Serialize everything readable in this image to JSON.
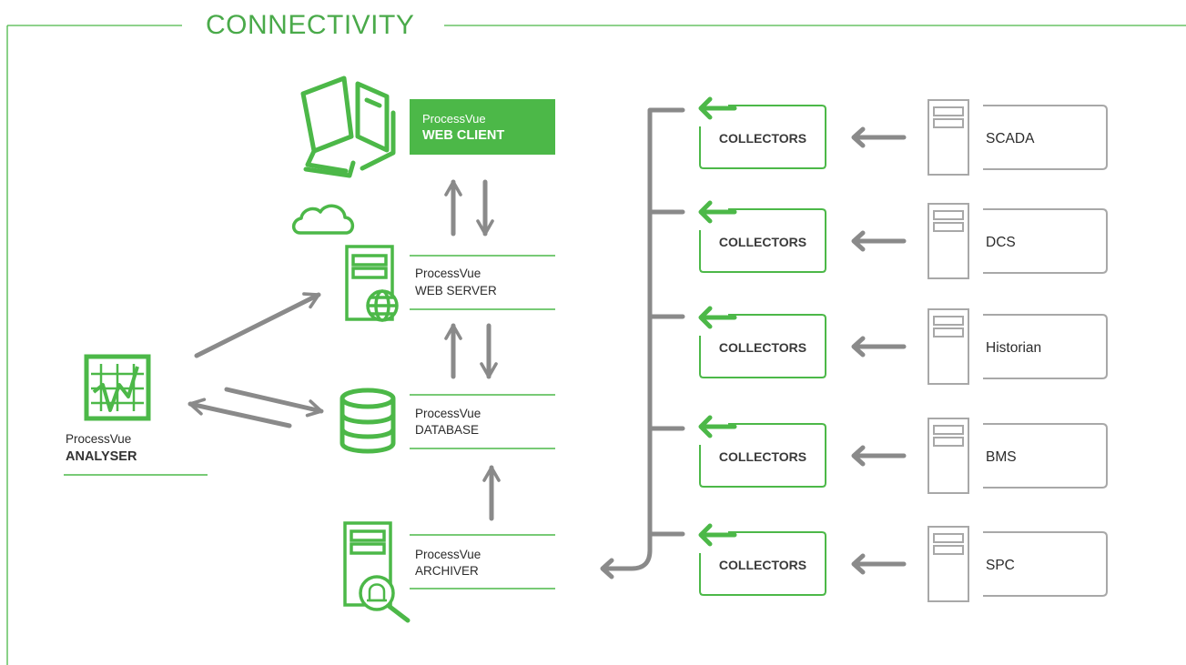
{
  "title": "CONNECTIVITY",
  "colors": {
    "green": "#4cb848",
    "gray": "#8a8a8a",
    "light_gray": "#a8a8a8"
  },
  "components": {
    "web_client": {
      "line1": "ProcessVue",
      "line2": "WEB CLIENT",
      "icon": "desktop-computer-icon"
    },
    "web_server": {
      "line1": "ProcessVue",
      "line2": "WEB SERVER",
      "icon": "server-globe-icon"
    },
    "database": {
      "line1": "ProcessVue",
      "line2": "DATABASE",
      "icon": "database-icon"
    },
    "archiver": {
      "line1": "ProcessVue",
      "line2": "ARCHIVER",
      "icon": "server-alarm-search-icon"
    },
    "analyser": {
      "line1": "ProcessVue",
      "line2": "ANALYSER",
      "icon": "chart-grid-icon"
    },
    "cloud": {
      "icon": "cloud-icon"
    }
  },
  "collectors": [
    {
      "label": "COLLECTORS",
      "source": "SCADA"
    },
    {
      "label": "COLLECTORS",
      "source": "DCS"
    },
    {
      "label": "COLLECTORS",
      "source": "Historian"
    },
    {
      "label": "COLLECTORS",
      "source": "BMS"
    },
    {
      "label": "COLLECTORS",
      "source": "SPC"
    }
  ]
}
